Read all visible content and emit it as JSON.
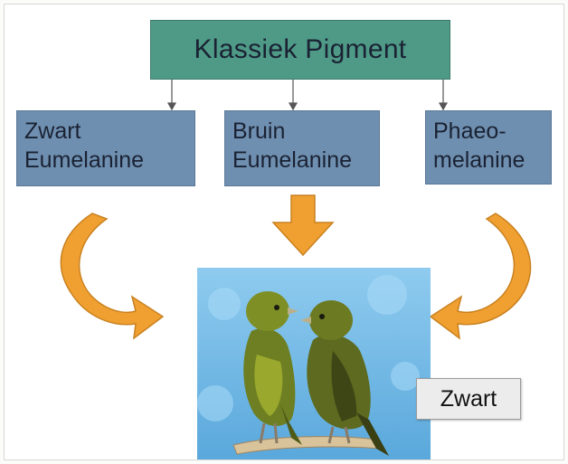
{
  "top": {
    "label": "Klassiek Pigment"
  },
  "pigments": [
    {
      "line1": "Zwart",
      "line2": "Eumelanine"
    },
    {
      "line1": "Bruin",
      "line2": "Eumelanine"
    },
    {
      "line1": "Phaeo-",
      "line2": "melanine"
    }
  ],
  "photo": {
    "label": "Zwart"
  },
  "colors": {
    "top_box": "#4f9a87",
    "pigment_box": "#6f8fb0",
    "arrow_orange": "#f0a030",
    "sky": "#6fb9e6"
  }
}
